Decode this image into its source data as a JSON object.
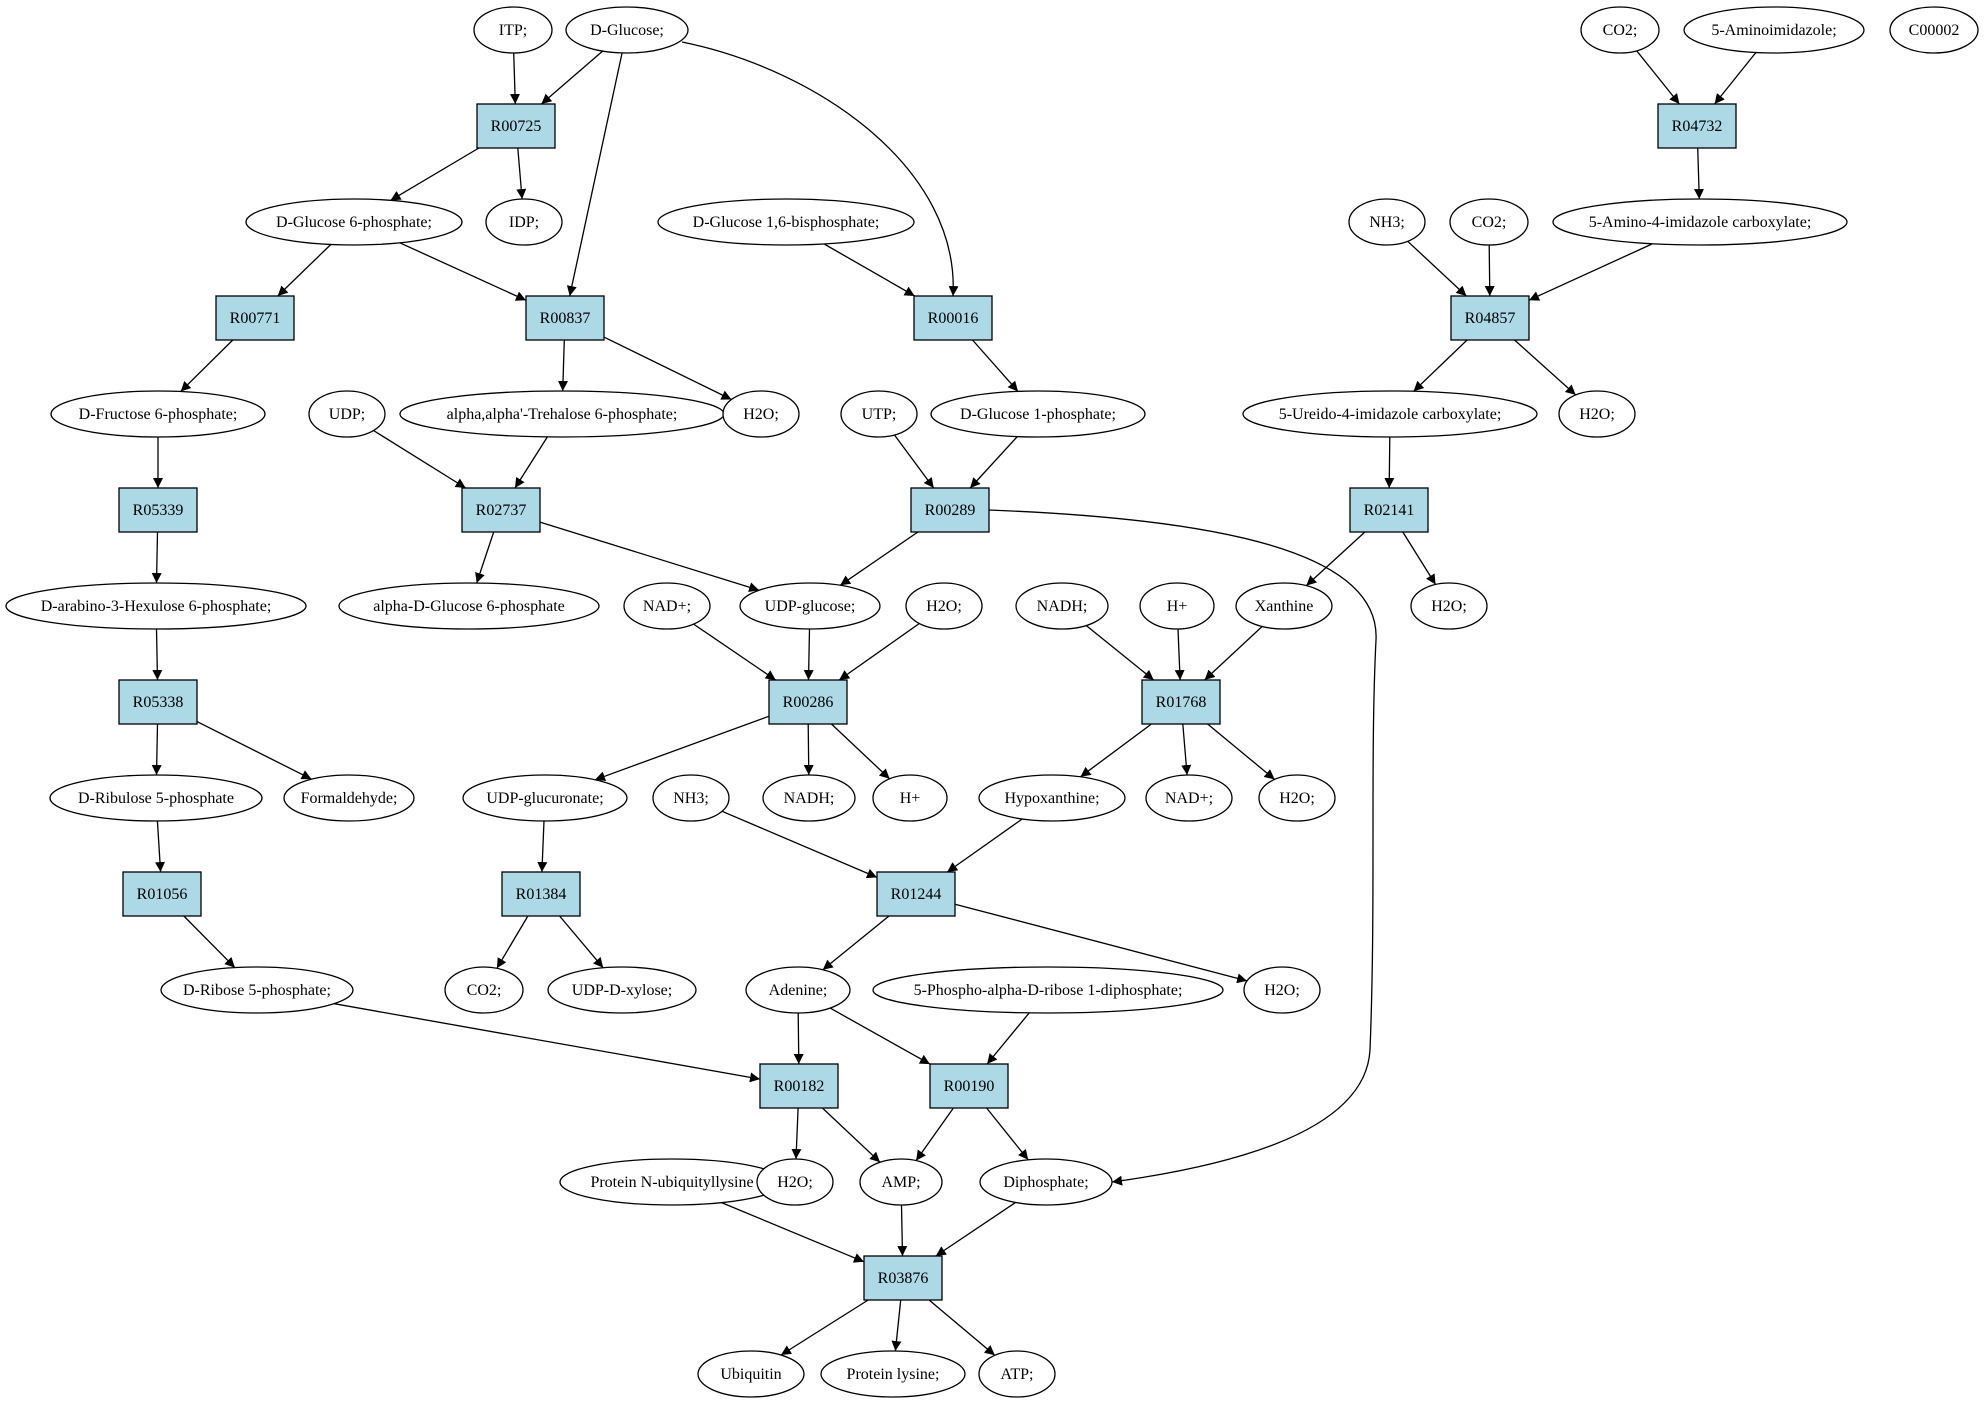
{
  "colors": {
    "reaction_fill": "#add8e6",
    "metabolite_fill": "#ffffff",
    "start_fill": "#00ff00",
    "target_fill": "#ffff00",
    "line": "#000000"
  },
  "nodes": [
    {
      "id": "ITP",
      "label": "ITP;",
      "shape": "ellipse"
    },
    {
      "id": "DGlucose",
      "label": "D-Glucose;",
      "shape": "ellipse",
      "fill": "start_fill"
    },
    {
      "id": "CO2a",
      "label": "CO2;",
      "shape": "ellipse"
    },
    {
      "id": "AminoImid",
      "label": "5-Aminoimidazole;",
      "shape": "ellipse"
    },
    {
      "id": "C00002",
      "label": "C00002",
      "shape": "ellipse",
      "fill": "target_fill"
    },
    {
      "id": "R00725",
      "label": "R00725",
      "shape": "box"
    },
    {
      "id": "R04732",
      "label": "R04732",
      "shape": "box"
    },
    {
      "id": "G6P",
      "label": "D-Glucose 6-phosphate;",
      "shape": "ellipse"
    },
    {
      "id": "IDP",
      "label": "IDP;",
      "shape": "ellipse"
    },
    {
      "id": "G16BP",
      "label": "D-Glucose 1,6-bisphosphate;",
      "shape": "ellipse"
    },
    {
      "id": "NH3a",
      "label": "NH3;",
      "shape": "ellipse"
    },
    {
      "id": "CO2b",
      "label": "CO2;",
      "shape": "ellipse"
    },
    {
      "id": "AICarb",
      "label": "5-Amino-4-imidazole carboxylate;",
      "shape": "ellipse"
    },
    {
      "id": "R00771",
      "label": "R00771",
      "shape": "box"
    },
    {
      "id": "R00837",
      "label": "R00837",
      "shape": "box"
    },
    {
      "id": "R00016",
      "label": "R00016",
      "shape": "box"
    },
    {
      "id": "R04857",
      "label": "R04857",
      "shape": "box"
    },
    {
      "id": "F6P",
      "label": "D-Fructose 6-phosphate;",
      "shape": "ellipse"
    },
    {
      "id": "UDPa",
      "label": "UDP;",
      "shape": "ellipse"
    },
    {
      "id": "Treh6P",
      "label": "alpha,alpha'-Trehalose 6-phosphate;",
      "shape": "ellipse"
    },
    {
      "id": "H2Oa",
      "label": "H2O;",
      "shape": "ellipse"
    },
    {
      "id": "UTP",
      "label": "UTP;",
      "shape": "ellipse"
    },
    {
      "id": "G1P",
      "label": "D-Glucose 1-phosphate;",
      "shape": "ellipse"
    },
    {
      "id": "UreidoCarb",
      "label": "5-Ureido-4-imidazole carboxylate;",
      "shape": "ellipse"
    },
    {
      "id": "H2Ob",
      "label": "H2O;",
      "shape": "ellipse"
    },
    {
      "id": "R05339",
      "label": "R05339",
      "shape": "box"
    },
    {
      "id": "R02737",
      "label": "R02737",
      "shape": "box"
    },
    {
      "id": "R00289",
      "label": "R00289",
      "shape": "box"
    },
    {
      "id": "R02141",
      "label": "R02141",
      "shape": "box"
    },
    {
      "id": "Hexulose",
      "label": "D-arabino-3-Hexulose 6-phosphate;",
      "shape": "ellipse"
    },
    {
      "id": "aG6P",
      "label": "alpha-D-Glucose 6-phosphate",
      "shape": "ellipse"
    },
    {
      "id": "NADpa",
      "label": "NAD+;",
      "shape": "ellipse"
    },
    {
      "id": "UDPglc",
      "label": "UDP-glucose;",
      "shape": "ellipse"
    },
    {
      "id": "H2Oc",
      "label": "H2O;",
      "shape": "ellipse"
    },
    {
      "id": "NADHa",
      "label": "NADH;",
      "shape": "ellipse"
    },
    {
      "id": "Hpa",
      "label": "H+",
      "shape": "ellipse"
    },
    {
      "id": "Xanthine",
      "label": "Xanthine",
      "shape": "ellipse"
    },
    {
      "id": "H2Od",
      "label": "H2O;",
      "shape": "ellipse"
    },
    {
      "id": "R05338",
      "label": "R05338",
      "shape": "box"
    },
    {
      "id": "R00286",
      "label": "R00286",
      "shape": "box"
    },
    {
      "id": "R01768",
      "label": "R01768",
      "shape": "box"
    },
    {
      "id": "Ru5P",
      "label": "D-Ribulose 5-phosphate",
      "shape": "ellipse"
    },
    {
      "id": "Formald",
      "label": "Formaldehyde;",
      "shape": "ellipse"
    },
    {
      "id": "UDPglcA",
      "label": "UDP-glucuronate;",
      "shape": "ellipse"
    },
    {
      "id": "NH3b",
      "label": "NH3;",
      "shape": "ellipse"
    },
    {
      "id": "NADHb",
      "label": "NADH;",
      "shape": "ellipse"
    },
    {
      "id": "Hpb",
      "label": "H+",
      "shape": "ellipse"
    },
    {
      "id": "Hypox",
      "label": "Hypoxanthine;",
      "shape": "ellipse"
    },
    {
      "id": "NADpb",
      "label": "NAD+;",
      "shape": "ellipse"
    },
    {
      "id": "H2Oe",
      "label": "H2O;",
      "shape": "ellipse"
    },
    {
      "id": "R01056",
      "label": "R01056",
      "shape": "box"
    },
    {
      "id": "R01384",
      "label": "R01384",
      "shape": "box"
    },
    {
      "id": "R01244",
      "label": "R01244",
      "shape": "box"
    },
    {
      "id": "R5P",
      "label": "D-Ribose 5-phosphate;",
      "shape": "ellipse"
    },
    {
      "id": "CO2c",
      "label": "CO2;",
      "shape": "ellipse"
    },
    {
      "id": "UDPxyl",
      "label": "UDP-D-xylose;",
      "shape": "ellipse"
    },
    {
      "id": "Adenine",
      "label": "Adenine;",
      "shape": "ellipse"
    },
    {
      "id": "PRPP",
      "label": "5-Phospho-alpha-D-ribose 1-diphosphate;",
      "shape": "ellipse"
    },
    {
      "id": "H2Of",
      "label": "H2O;",
      "shape": "ellipse"
    },
    {
      "id": "R00182",
      "label": "R00182",
      "shape": "box"
    },
    {
      "id": "R00190",
      "label": "R00190",
      "shape": "box"
    },
    {
      "id": "ProtUbiq",
      "label": "Protein N-ubiquityllysine",
      "shape": "ellipse"
    },
    {
      "id": "H2Og",
      "label": "H2O;",
      "shape": "ellipse"
    },
    {
      "id": "AMP",
      "label": "AMP;",
      "shape": "ellipse"
    },
    {
      "id": "Diphos",
      "label": "Diphosphate;",
      "shape": "ellipse"
    },
    {
      "id": "R03876",
      "label": "R03876",
      "shape": "box"
    },
    {
      "id": "Ubiquitin",
      "label": "Ubiquitin",
      "shape": "ellipse"
    },
    {
      "id": "ProtLys",
      "label": "Protein lysine;",
      "shape": "ellipse"
    },
    {
      "id": "ATP",
      "label": "ATP;",
      "shape": "ellipse"
    }
  ],
  "edges": [
    [
      "ITP",
      "R00725"
    ],
    [
      "DGlucose",
      "R00725"
    ],
    [
      "DGlucose",
      "R00837"
    ],
    [
      "DGlucose",
      "R00016"
    ],
    [
      "R00725",
      "G6P"
    ],
    [
      "R00725",
      "IDP"
    ],
    [
      "G6P",
      "R00771"
    ],
    [
      "G6P",
      "R00837"
    ],
    [
      "G16BP",
      "R00016"
    ],
    [
      "CO2a",
      "R04732"
    ],
    [
      "AminoImid",
      "R04732"
    ],
    [
      "R04732",
      "AICarb"
    ],
    [
      "NH3a",
      "R04857"
    ],
    [
      "CO2b",
      "R04857"
    ],
    [
      "AICarb",
      "R04857"
    ],
    [
      "R04857",
      "UreidoCarb"
    ],
    [
      "R04857",
      "H2Ob"
    ],
    [
      "R00771",
      "F6P"
    ],
    [
      "R00837",
      "Treh6P"
    ],
    [
      "R00837",
      "H2Oa"
    ],
    [
      "R00016",
      "G1P"
    ],
    [
      "F6P",
      "R05339"
    ],
    [
      "R05339",
      "Hexulose"
    ],
    [
      "UDPa",
      "R02737"
    ],
    [
      "Treh6P",
      "R02737"
    ],
    [
      "R02737",
      "aG6P"
    ],
    [
      "R02737",
      "UDPglc"
    ],
    [
      "UTP",
      "R00289"
    ],
    [
      "G1P",
      "R00289"
    ],
    [
      "R00289",
      "UDPglc"
    ],
    [
      "R00289",
      "Diphos"
    ],
    [
      "UreidoCarb",
      "R02141"
    ],
    [
      "R02141",
      "Xanthine"
    ],
    [
      "R02141",
      "H2Od"
    ],
    [
      "Hexulose",
      "R05338"
    ],
    [
      "R05338",
      "Ru5P"
    ],
    [
      "R05338",
      "Formald"
    ],
    [
      "NADpa",
      "R00286"
    ],
    [
      "UDPglc",
      "R00286"
    ],
    [
      "H2Oc",
      "R00286"
    ],
    [
      "R00286",
      "UDPglcA"
    ],
    [
      "R00286",
      "NADHb"
    ],
    [
      "R00286",
      "Hpb"
    ],
    [
      "NADHa",
      "R01768"
    ],
    [
      "Hpa",
      "R01768"
    ],
    [
      "Xanthine",
      "R01768"
    ],
    [
      "R01768",
      "Hypox"
    ],
    [
      "R01768",
      "NADpb"
    ],
    [
      "R01768",
      "H2Oe"
    ],
    [
      "Ru5P",
      "R01056"
    ],
    [
      "R01056",
      "R5P"
    ],
    [
      "UDPglcA",
      "R01384"
    ],
    [
      "R01384",
      "CO2c"
    ],
    [
      "R01384",
      "UDPxyl"
    ],
    [
      "NH3b",
      "R01244"
    ],
    [
      "Hypox",
      "R01244"
    ],
    [
      "R01244",
      "Adenine"
    ],
    [
      "R01244",
      "H2Of"
    ],
    [
      "R5P",
      "R00182"
    ],
    [
      "Adenine",
      "R00182"
    ],
    [
      "Adenine",
      "R00190"
    ],
    [
      "PRPP",
      "R00190"
    ],
    [
      "R00182",
      "H2Og"
    ],
    [
      "R00182",
      "AMP"
    ],
    [
      "R00190",
      "AMP"
    ],
    [
      "R00190",
      "Diphos"
    ],
    [
      "ProtUbiq",
      "R03876"
    ],
    [
      "AMP",
      "R03876"
    ],
    [
      "Diphos",
      "R03876"
    ],
    [
      "R03876",
      "Ubiquitin"
    ],
    [
      "R03876",
      "ProtLys"
    ],
    [
      "R03876",
      "ATP"
    ]
  ]
}
